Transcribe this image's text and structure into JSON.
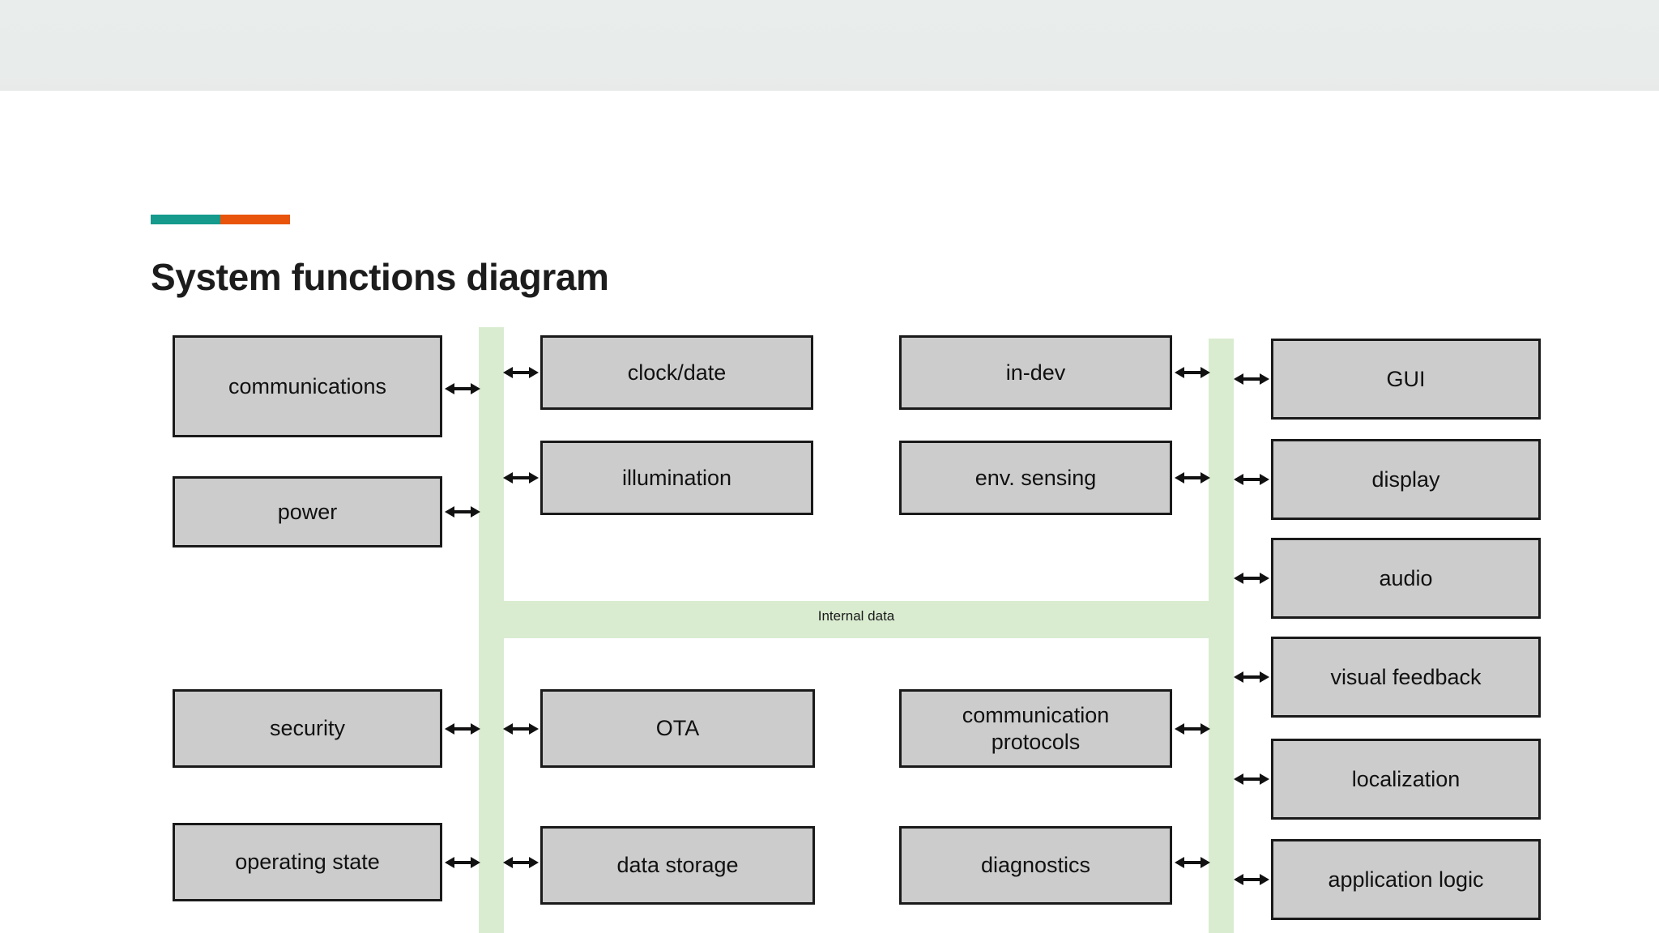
{
  "header": {
    "band_color": "#e9eeec"
  },
  "accent_bar": {
    "teal": "#159a8c",
    "orange": "#e8540c"
  },
  "page_title": "System functions diagram",
  "bus": {
    "color": "#d9ecd0",
    "label": "Internal data"
  },
  "diagram": {
    "box_fill": "#cccccc",
    "box_border": "#1a1a1a",
    "columns": [
      {
        "name": "column-left",
        "boxes": [
          {
            "label": "communications"
          },
          {
            "label": "power"
          },
          {
            "label": "security"
          },
          {
            "label": "operating state"
          }
        ]
      },
      {
        "name": "column-mid-left",
        "boxes": [
          {
            "label": "clock/date"
          },
          {
            "label": "illumination"
          },
          {
            "label": "OTA"
          },
          {
            "label": "data storage"
          }
        ]
      },
      {
        "name": "column-mid-right",
        "boxes": [
          {
            "label": "in-dev"
          },
          {
            "label": "env. sensing"
          },
          {
            "label": "communication\nprotocols"
          },
          {
            "label": "diagnostics"
          }
        ]
      },
      {
        "name": "column-right",
        "boxes": [
          {
            "label": "GUI"
          },
          {
            "label": "display"
          },
          {
            "label": "audio"
          },
          {
            "label": "visual feedback"
          },
          {
            "label": "localization"
          },
          {
            "label": "application logic"
          }
        ]
      }
    ]
  }
}
